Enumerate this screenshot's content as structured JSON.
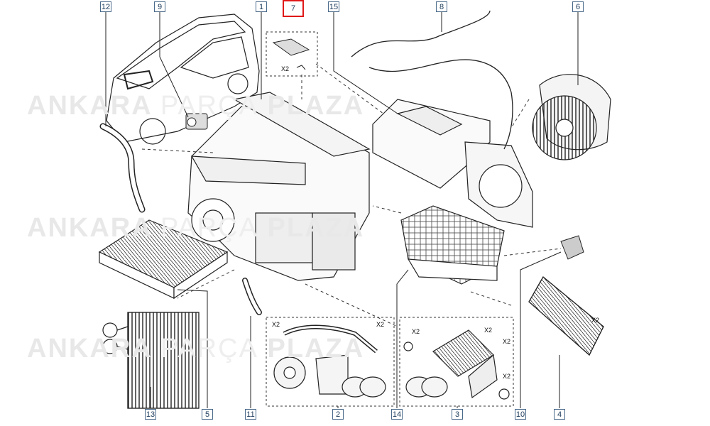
{
  "callouts": {
    "c12": "12",
    "c9": "9",
    "c1": "1",
    "c7": "7",
    "c15": "15",
    "c8": "8",
    "c6": "6",
    "c13": "13",
    "c5": "5",
    "c11": "11",
    "c2": "2",
    "c14": "14",
    "c3": "3",
    "c10": "10",
    "c4": "4"
  },
  "highlight_color": "#e01818",
  "watermark": {
    "brand_left": "ANKARA",
    "brand_mid": "PARÇA",
    "brand_right": "PLAZA"
  },
  "quantities": {
    "q_resistor": "X2",
    "q_pipe": "X2",
    "q_hose1": "X2",
    "q_kit1": "X2",
    "q_kit2": "X2",
    "q_kit3": "X2",
    "q_kit4": "X2",
    "q_heater": "X2"
  }
}
